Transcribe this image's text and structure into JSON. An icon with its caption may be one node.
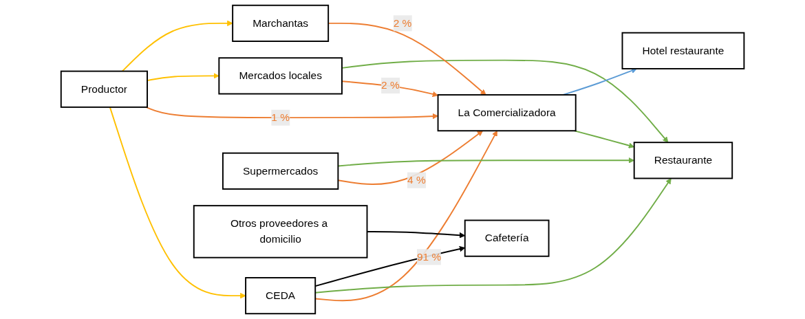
{
  "diagram": {
    "nodes": [
      {
        "text": [
          "Productor"
        ]
      },
      {
        "text": [
          "CEDA"
        ]
      },
      {
        "text": [
          "Mercados locales"
        ]
      },
      {
        "text": [
          "Marchantas"
        ]
      },
      {
        "text": [
          "Supermercados"
        ]
      },
      {
        "text": [
          "La Comercializadora"
        ]
      },
      {
        "text": [
          "Otros proveedores a domicilio"
        ]
      },
      {
        "text": [
          "Restaurante"
        ]
      },
      {
        "text": [
          "Hotel restaurante"
        ]
      },
      {
        "text": [
          "Cafetería"
        ]
      }
    ],
    "edges": [
      {
        "from": 0,
        "to": 1,
        "arrow": "to",
        "color": "#ffc000"
      },
      {
        "from": 0,
        "to": 5,
        "arrow": "to",
        "label": "1 %",
        "color": "#ed7d31"
      },
      {
        "from": 0,
        "to": 2,
        "arrow": "to",
        "color": "#ffc000"
      },
      {
        "from": 0,
        "to": 3,
        "arrow": "to",
        "color": "#ffc000"
      },
      {
        "from": 1,
        "to": 5,
        "arrow": "to",
        "label": "91 %",
        "color": "#ed7d31"
      },
      {
        "from": 1,
        "to": 7,
        "arrow": "to",
        "color": "#70ad47"
      },
      {
        "from": 1,
        "to": 9,
        "arrow": "to",
        "color": "#000000"
      },
      {
        "from": 2,
        "to": 5,
        "arrow": "to",
        "label": "2 %",
        "color": "#ed7d31"
      },
      {
        "from": 2,
        "to": 7,
        "arrow": "to",
        "color": "#70ad47"
      },
      {
        "from": 3,
        "to": 5,
        "arrow": "to",
        "label": "2 %",
        "color": "#ed7d31"
      },
      {
        "from": 4,
        "to": 5,
        "arrow": "to",
        "label": "4 %",
        "color": "#ed7d31"
      },
      {
        "from": 4,
        "to": 7,
        "arrow": "to",
        "color": "#70ad47"
      },
      {
        "from": 5,
        "to": 7,
        "arrow": "to",
        "color": "#70ad47"
      },
      {
        "from": 5,
        "to": 8,
        "arrow": "to",
        "color": "#5b9bd5"
      },
      {
        "from": 6,
        "to": 9,
        "arrow": "to",
        "color": "#000000"
      }
    ]
  }
}
